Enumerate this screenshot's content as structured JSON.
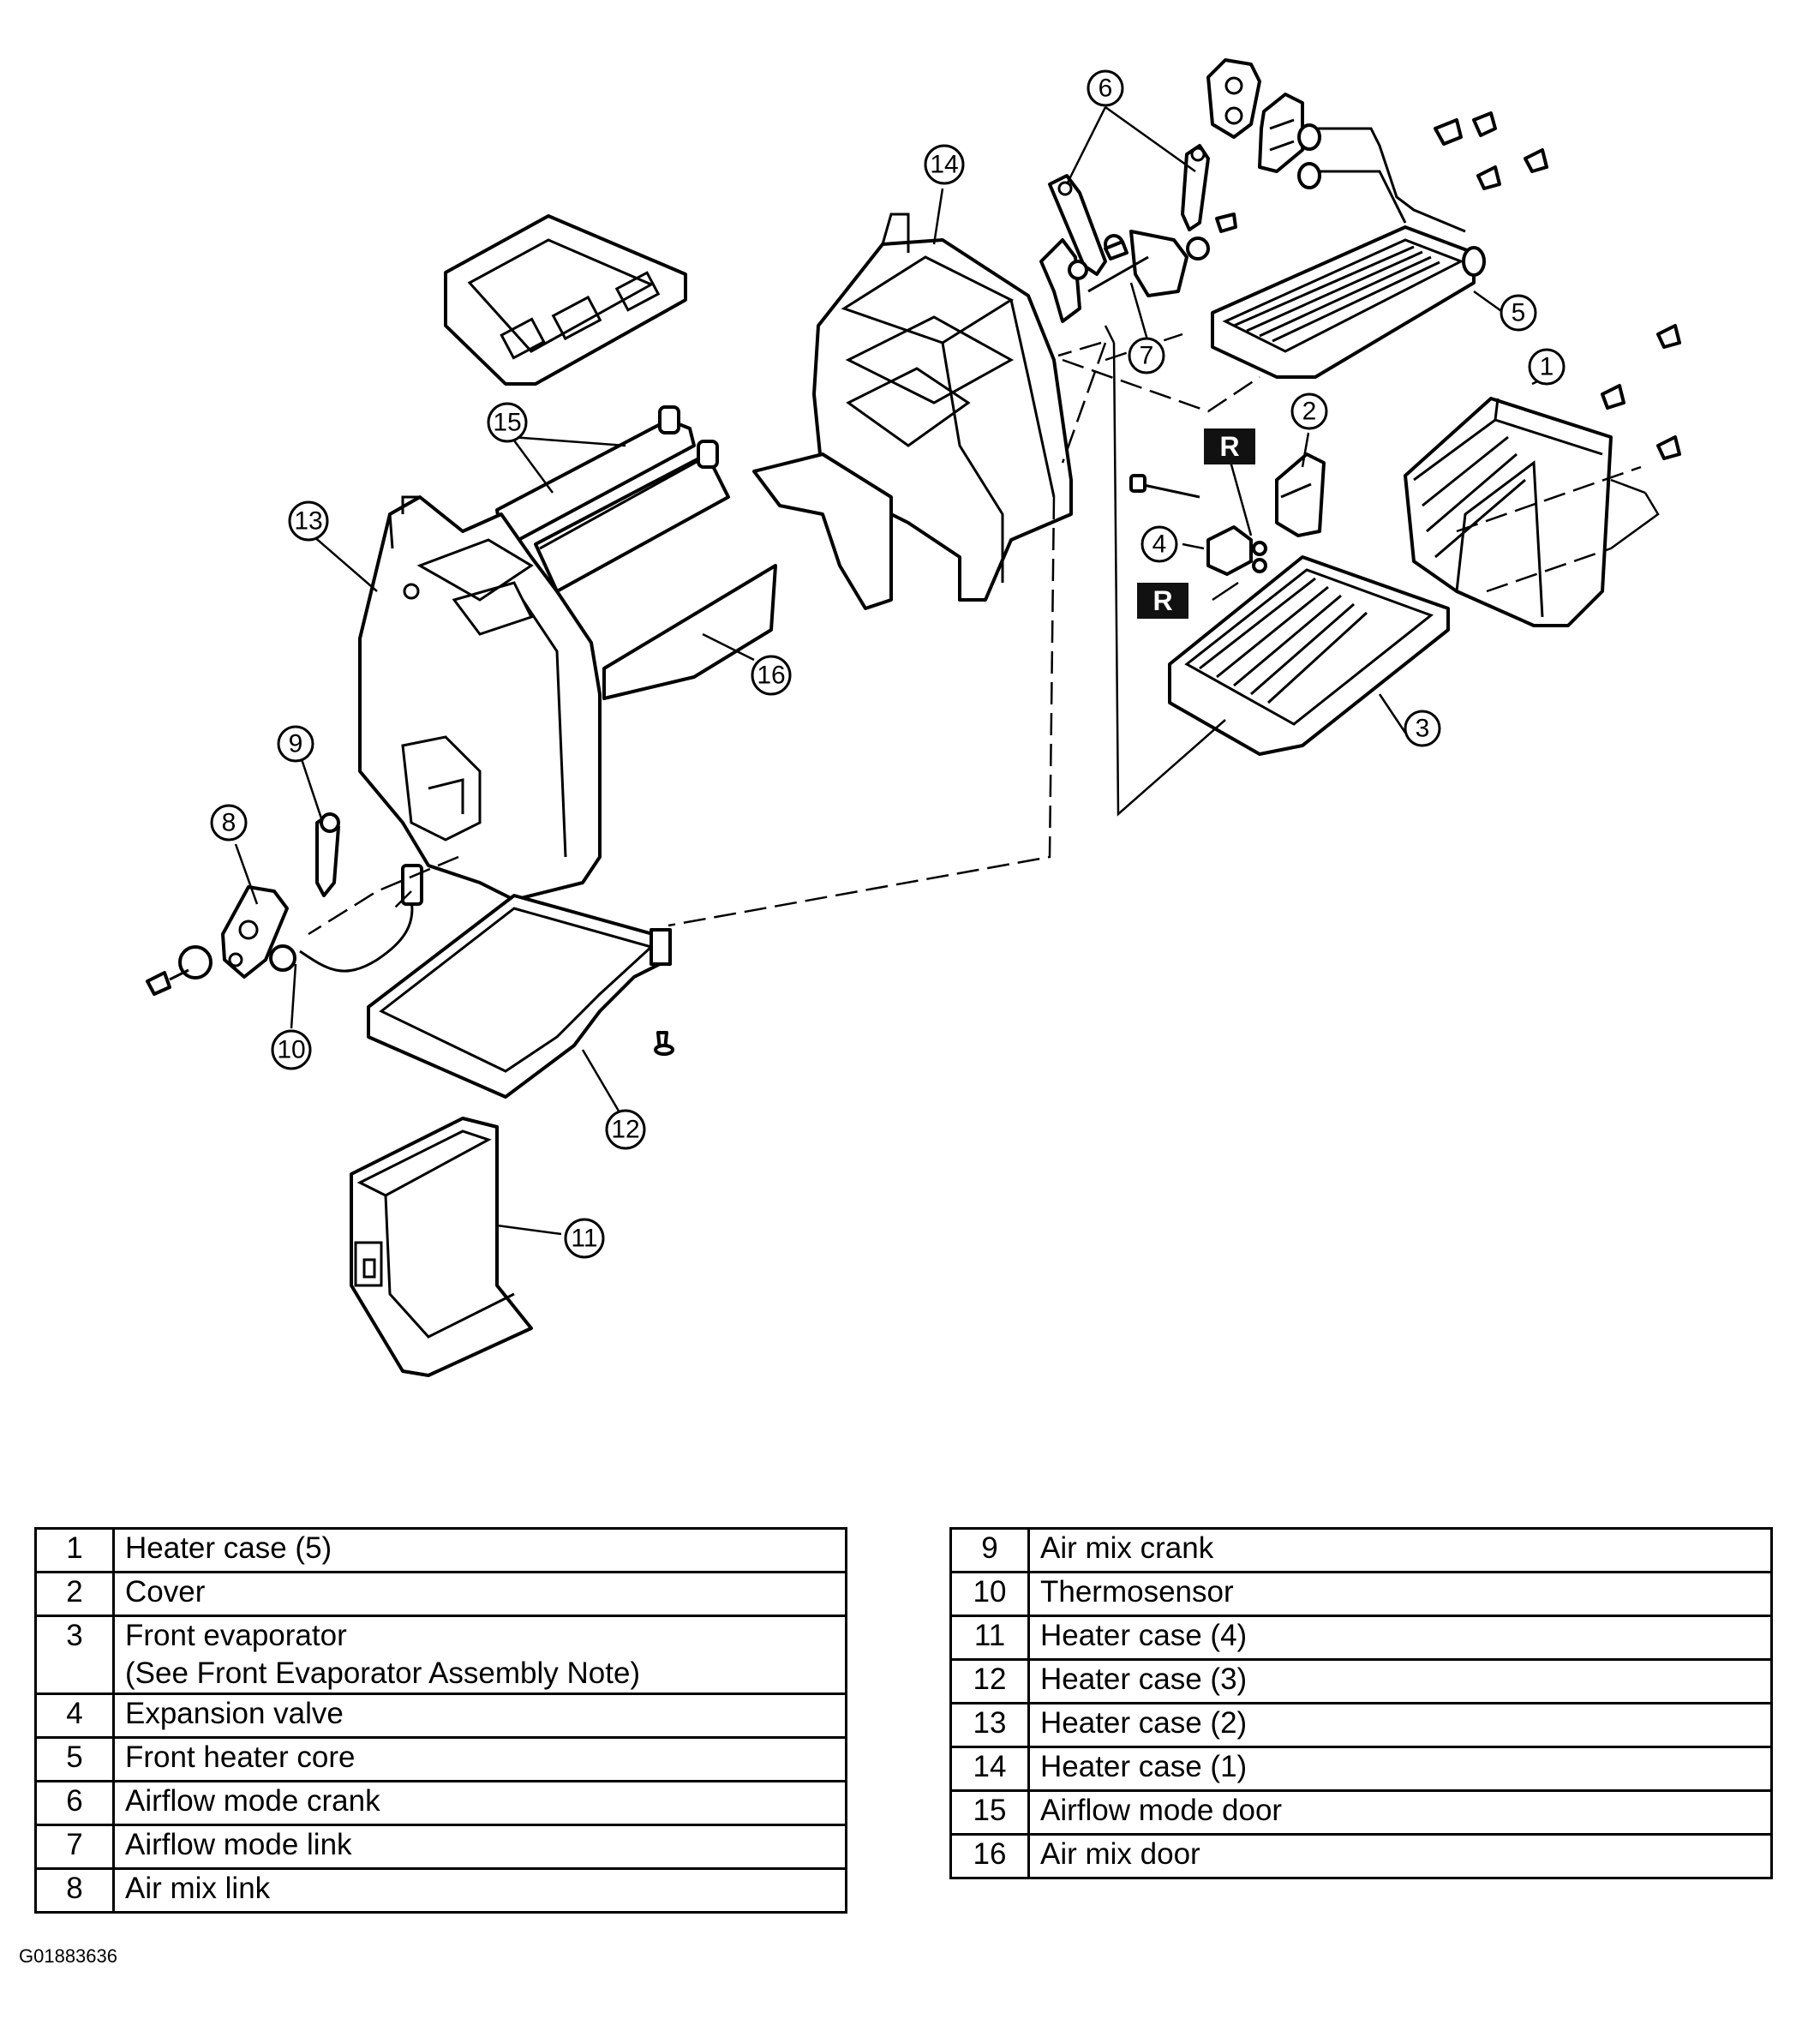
{
  "diagram": {
    "badge_label": "R",
    "callouts": [
      "1",
      "2",
      "3",
      "4",
      "5",
      "6",
      "7",
      "8",
      "9",
      "10",
      "11",
      "12",
      "13",
      "14",
      "15",
      "16"
    ]
  },
  "legend": {
    "left": [
      {
        "num": "1",
        "lines": [
          "Heater case (5)"
        ]
      },
      {
        "num": "2",
        "lines": [
          "Cover"
        ]
      },
      {
        "num": "3",
        "lines": [
          "Front evaporator",
          "(See Front Evaporator Assembly Note)"
        ]
      },
      {
        "num": "4",
        "lines": [
          "Expansion valve"
        ]
      },
      {
        "num": "5",
        "lines": [
          "Front heater core"
        ]
      },
      {
        "num": "6",
        "lines": [
          "Airflow mode crank"
        ]
      },
      {
        "num": "7",
        "lines": [
          "Airflow mode link"
        ]
      },
      {
        "num": "8",
        "lines": [
          "Air mix link"
        ]
      }
    ],
    "right": [
      {
        "num": "9",
        "lines": [
          "Air mix crank"
        ]
      },
      {
        "num": "10",
        "lines": [
          "Thermosensor"
        ]
      },
      {
        "num": "11",
        "lines": [
          "Heater case (4)"
        ]
      },
      {
        "num": "12",
        "lines": [
          "Heater case (3)"
        ]
      },
      {
        "num": "13",
        "lines": [
          "Heater case (2)"
        ]
      },
      {
        "num": "14",
        "lines": [
          "Heater case (1)"
        ]
      },
      {
        "num": "15",
        "lines": [
          "Airflow mode door"
        ]
      },
      {
        "num": "16",
        "lines": [
          "Air mix door"
        ]
      }
    ]
  },
  "figure_id": "G01883636"
}
